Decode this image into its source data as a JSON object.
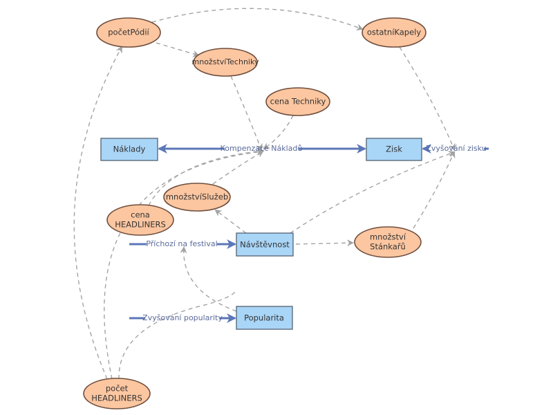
{
  "nodes": {
    "pocet_podii": "početPódií",
    "ostatni_kapely": "ostatníKapely",
    "mnozstvi_techniky": "množstvíTechniky",
    "cena_techniky": "cena Techniky",
    "naklady": "Náklady",
    "zisk": "Zisk",
    "mnozstvi_sluzeb": "množstvíSlužeb",
    "cena_headliners": [
      "cena",
      "HEADLINERS"
    ],
    "navstevnost": "Návštěvnost",
    "mnozstvi_stankaru": [
      "množství",
      "Stánkařů"
    ],
    "popularita": "Popularita",
    "pocet_headliners": [
      "počet",
      "HEADLINERS"
    ]
  },
  "flows": {
    "kompenzace_nakladu": "Kompenzace Nákladů",
    "zvysovani_zisku": "Zvyšování zisku",
    "prichozi_na_festival": "Příchozí na festival",
    "zvysovani_popularity": "Zvyšování popularity"
  },
  "colors": {
    "variable_fill": "#fcc6a0",
    "stock_fill": "#a9d5f7",
    "flow": "#5b77b8",
    "link": "#a3a3a3"
  }
}
